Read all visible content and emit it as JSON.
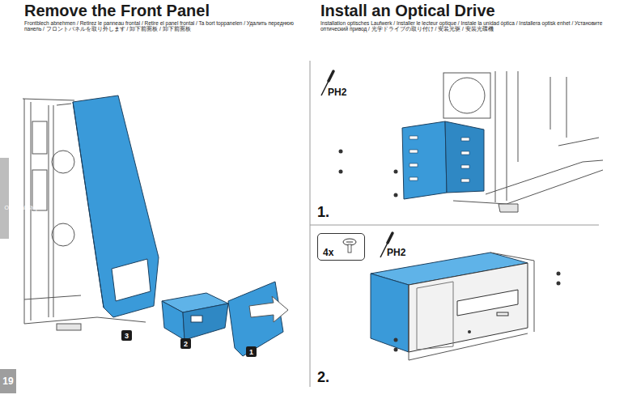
{
  "diagram": {
    "nodes": [
      {
        "text": [
          "Optional Steps"
        ]
      },
      {
        "text": [
          "19"
        ]
      },
      {
        "text": [
          "3"
        ]
      },
      {
        "text": [
          "2"
        ]
      },
      {
        "text": [
          "1"
        ]
      },
      {
        "text": [
          "4x"
        ]
      }
    ],
    "labels": [
      "Remove the Front Panel",
      "Frontblech abnehmen / Retirez le panneau frontal / Retire el panel frontal / Ta bort toppanelen / Удалить переднюю панель / フロントパネルを取り外します / 卸下前面板 / 卸下前面板",
      "Install an Optical Drive",
      "Installation optisches Laufwerk / Installer le lecteur optique / Instale la unidad óptica / Installera optisk enhet / Установите оптический привод / 光学ドライブの取り付け / 安装光驱 / 安裝光碟機",
      "PH2",
      "1.",
      "PH2",
      "2."
    ]
  }
}
